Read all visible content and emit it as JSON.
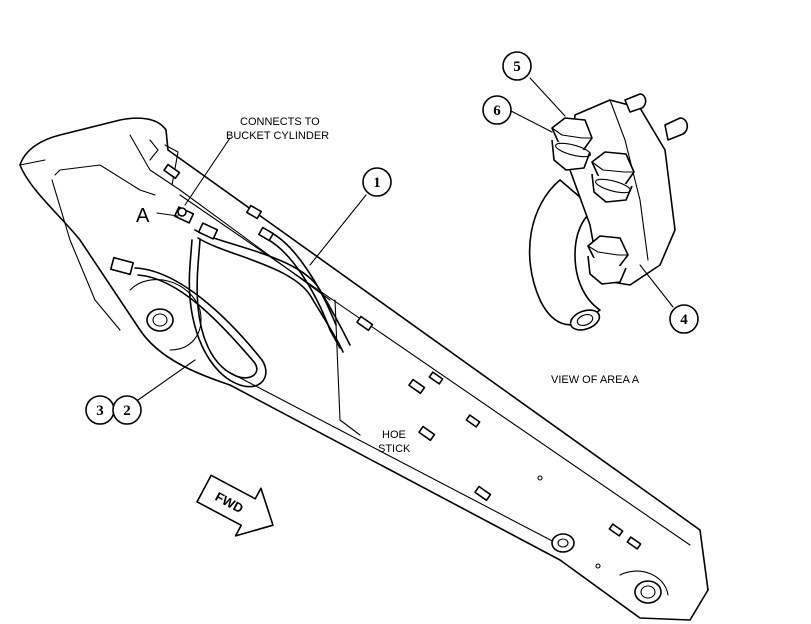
{
  "labels": {
    "connects_line1": "CONNECTS TO",
    "connects_line2": "BUCKET CYLINDER",
    "area_marker": "A",
    "view_caption": "VIEW OF AREA A",
    "hoe_line1": "HOE",
    "hoe_line2": "STICK",
    "fwd": "FWD"
  },
  "callouts": {
    "c1": "1",
    "c2": "2",
    "c3": "3",
    "c4": "4",
    "c5": "5",
    "c6": "6"
  }
}
